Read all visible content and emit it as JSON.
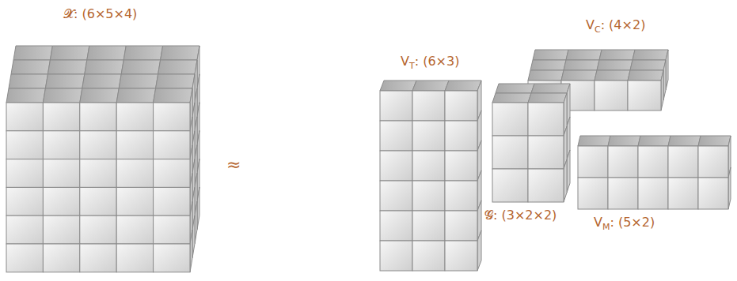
{
  "diagram": {
    "labels": [
      "𝓧: (6×5×4)",
      "V",
      "C",
      ": (4×2)",
      "V",
      "T",
      ": (6×3)",
      "≈",
      "𝓖: (3×2×2)",
      "V",
      "M",
      ": (5×2)"
    ]
  }
}
